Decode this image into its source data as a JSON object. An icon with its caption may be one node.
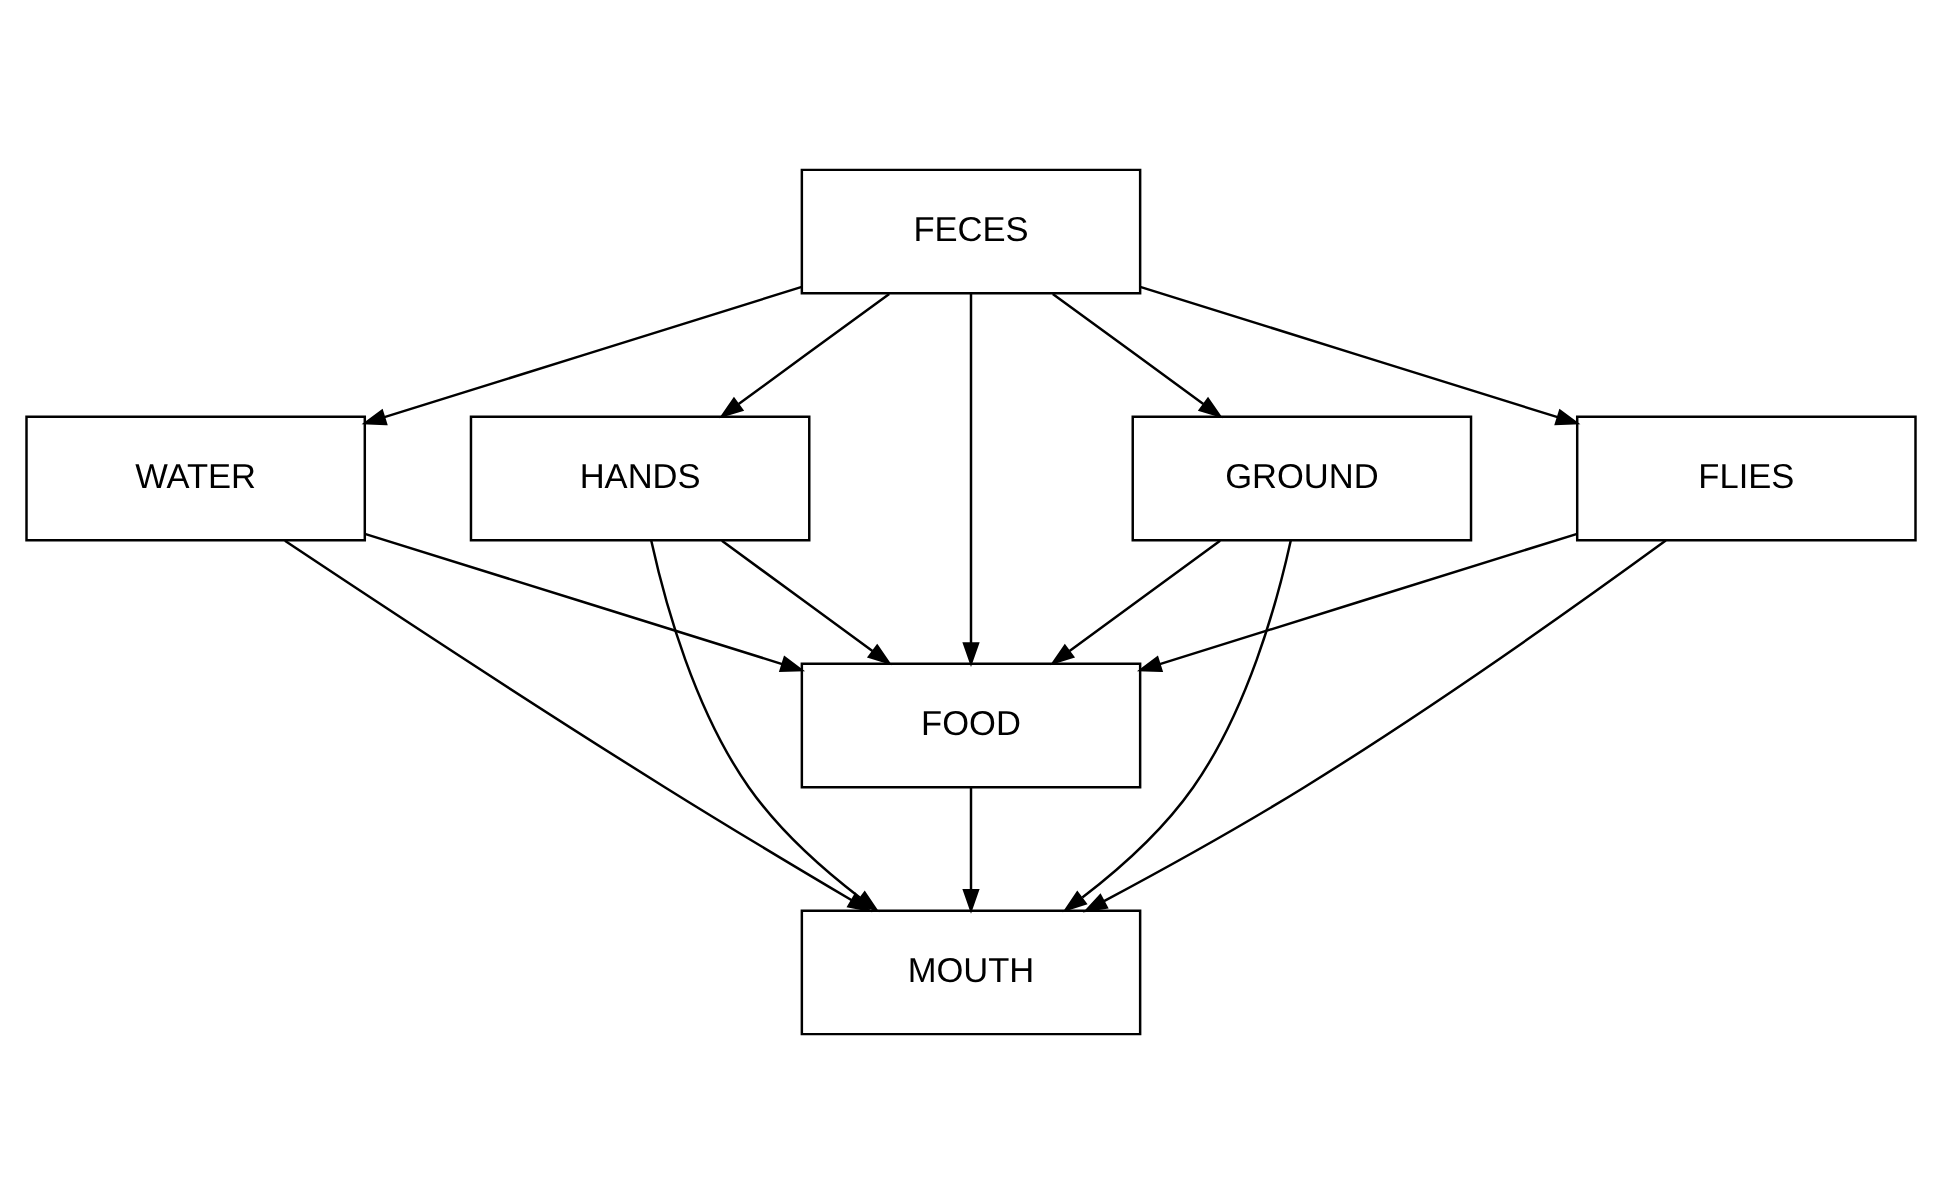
{
  "diagram": {
    "nodes": [
      {
        "text": [
          "FECES"
        ]
      },
      {
        "text": [
          "WATER"
        ]
      },
      {
        "text": [
          "HANDS"
        ]
      },
      {
        "text": [
          "GROUND"
        ]
      },
      {
        "text": [
          "FLIES"
        ]
      },
      {
        "text": [
          "FOOD"
        ]
      },
      {
        "text": [
          "MOUTH"
        ]
      }
    ],
    "edges": [
      {
        "from": 0,
        "to": 1,
        "arrow": "to"
      },
      {
        "from": 0,
        "to": 2,
        "arrow": "to"
      },
      {
        "from": 0,
        "to": 5,
        "arrow": "to"
      },
      {
        "from": 0,
        "to": 3,
        "arrow": "to"
      },
      {
        "from": 0,
        "to": 4,
        "arrow": "to"
      },
      {
        "from": 1,
        "to": 5,
        "arrow": "to"
      },
      {
        "from": 2,
        "to": 5,
        "arrow": "to"
      },
      {
        "from": 3,
        "to": 5,
        "arrow": "to"
      },
      {
        "from": 4,
        "to": 5,
        "arrow": "to"
      },
      {
        "from": 1,
        "to": 6,
        "arrow": "to"
      },
      {
        "from": 2,
        "to": 6,
        "arrow": "to"
      },
      {
        "from": 5,
        "to": 6,
        "arrow": "to"
      },
      {
        "from": 3,
        "to": 6,
        "arrow": "to"
      },
      {
        "from": 4,
        "to": 6,
        "arrow": "to"
      }
    ]
  }
}
